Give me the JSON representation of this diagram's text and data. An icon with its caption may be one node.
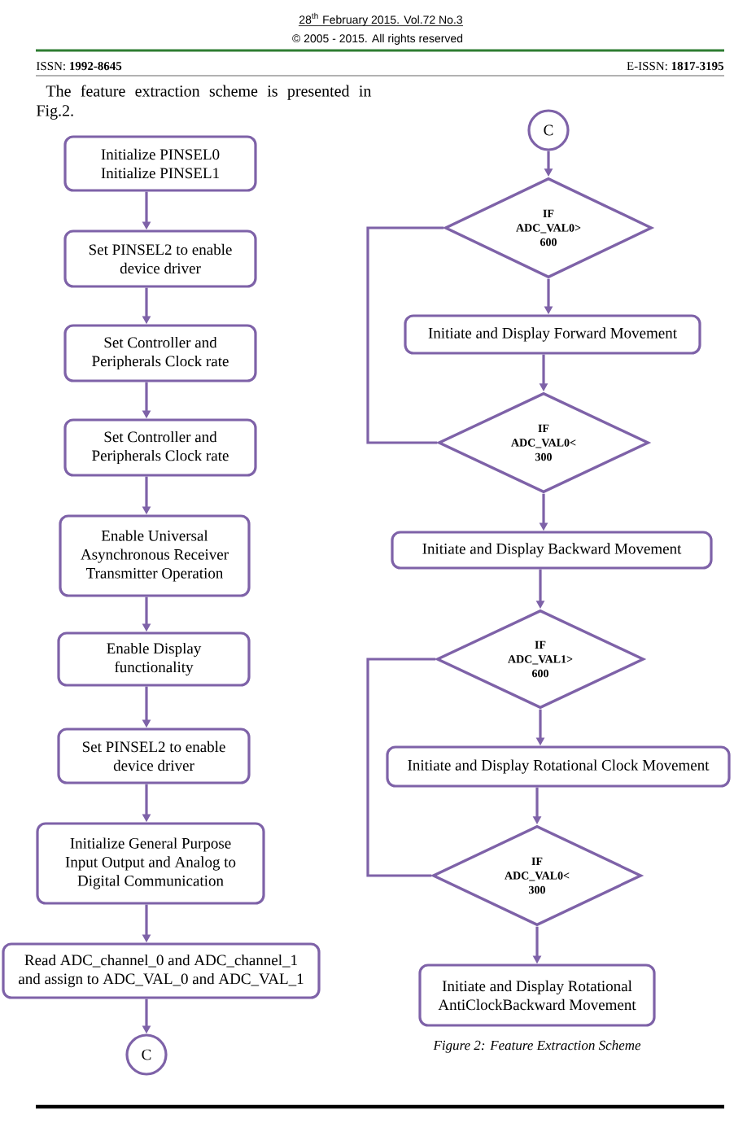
{
  "diagram": {
    "caption": "Figure 2: Feature Extraction Scheme",
    "nodes": [
      {
        "text": [
          "Initialize PINSEL0 Initialize PINSEL1"
        ]
      },
      {
        "text": [
          "Set PINSEL2 to enable device driver"
        ]
      },
      {
        "text": [
          "Set Controller and Peripherals Clock rate"
        ]
      },
      {
        "text": [
          "Set Controller and Peripherals Clock rate"
        ]
      },
      {
        "text": [
          "Enable Universal Asynchronous Receiver Transmitter Operation"
        ]
      },
      {
        "text": [
          "Enable Display functionality"
        ]
      },
      {
        "text": [
          "Set PINSEL2 to enable device driver"
        ]
      },
      {
        "text": [
          "Initialize General Purpose Input Output and Analog to Digital Communication"
        ]
      },
      {
        "text": [
          "Read ADC_channel_0 and ADC_channel_1 and assign to ADC_VAL_0 and ADC_VAL_1"
        ]
      },
      {
        "text": [
          "C"
        ]
      },
      {
        "text": [
          "C"
        ]
      },
      {
        "text": [
          "IF ADC_VAL0> 600"
        ]
      },
      {
        "text": [
          "Initiate and Display Forward Movement"
        ]
      },
      {
        "text": [
          "IF ADC_VAL0< 300"
        ]
      },
      {
        "text": [
          "Initiate and Display Backward Movement"
        ]
      },
      {
        "text": [
          "IF ADC_VAL1> 600"
        ]
      },
      {
        "text": [
          "Initiate and Display Rotational Clock Movement"
        ]
      },
      {
        "text": [
          "IF ADC_VAL0< 300"
        ]
      },
      {
        "text": [
          "Initiate and Display Rotational AntiClockBackward Movement"
        ]
      }
    ],
    "edges": [
      {
        "from": 0,
        "to": 1,
        "arrow": "to"
      },
      {
        "from": 1,
        "to": 2,
        "arrow": "to"
      },
      {
        "from": 2,
        "to": 3,
        "arrow": "to"
      },
      {
        "from": 3,
        "to": 4,
        "arrow": "to"
      },
      {
        "from": 4,
        "to": 5,
        "arrow": "to"
      },
      {
        "from": 5,
        "to": 6,
        "arrow": "to"
      },
      {
        "from": 6,
        "to": 7,
        "arrow": "to"
      },
      {
        "from": 7,
        "to": 8,
        "arrow": "to"
      },
      {
        "from": 8,
        "to": 9,
        "arrow": "to"
      },
      {
        "from": 10,
        "to": 11,
        "arrow": "to"
      },
      {
        "from": 11,
        "to": 12,
        "arrow": "to"
      },
      {
        "from": 12,
        "to": 13,
        "arrow": "to"
      },
      {
        "from": 13,
        "to": 14,
        "arrow": "to"
      },
      {
        "from": 14,
        "to": 15,
        "arrow": "to"
      },
      {
        "from": 15,
        "to": 16,
        "arrow": "to"
      },
      {
        "from": 16,
        "to": 17,
        "arrow": "to"
      },
      {
        "from": 17,
        "to": 18,
        "arrow": "to"
      },
      {
        "from": 11,
        "to": 13,
        "arrow": "none"
      },
      {
        "from": 15,
        "to": 17,
        "arrow": "none"
      }
    ],
    "labels": [
      "28$^{th}$ February 2015. Vol.72 No.3",
      "© 2005 - 2015. All rights reserved",
      "ISSN: **1992-8645**",
      "E-ISSN: **1817-3195**",
      "The feature extraction scheme is presented in Fig.2."
    ]
  }
}
